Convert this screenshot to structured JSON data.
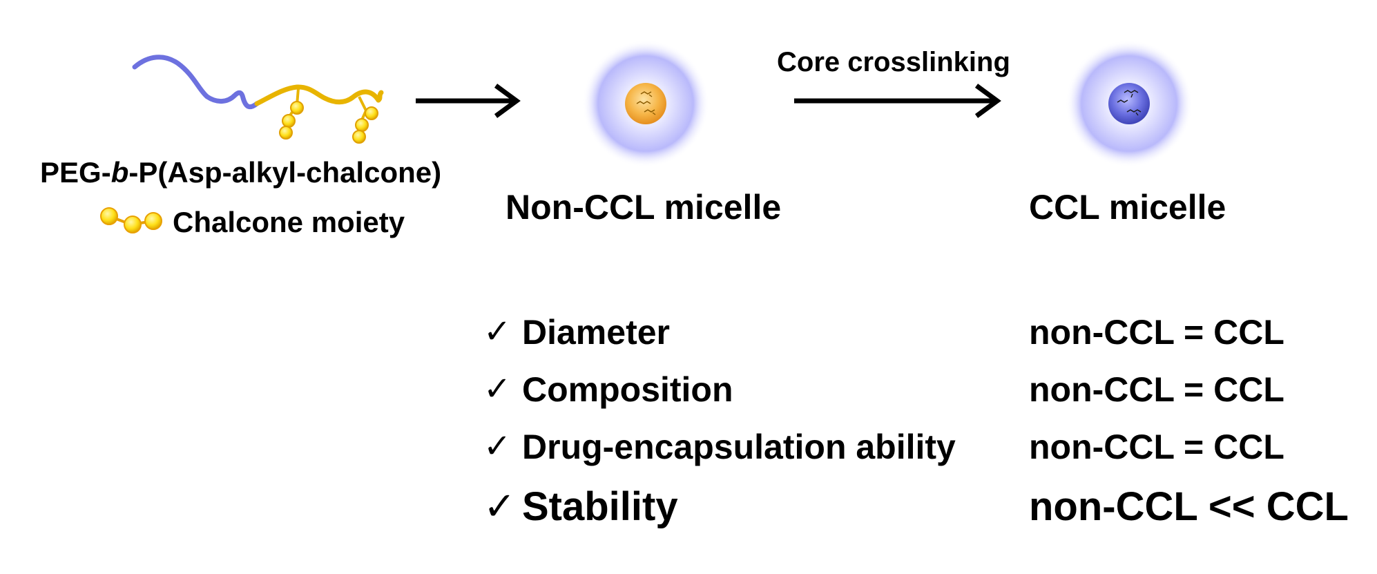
{
  "labels": {
    "polymer_prefix": "PEG-",
    "polymer_italic": "b",
    "polymer_suffix": "-P(Asp-alkyl-chalcone)",
    "moiety": "Chalcone moiety",
    "non_ccl": "Non-CCL micelle",
    "ccl": "CCL micelle",
    "crosslink": "Core crosslinking"
  },
  "properties": [
    {
      "name": "Diameter",
      "comparison": "non-CCL = CCL"
    },
    {
      "name": "Composition",
      "comparison": "non-CCL = CCL"
    },
    {
      "name": "Drug-encapsulation ability",
      "comparison": "non-CCL = CCL"
    },
    {
      "name": "Stability",
      "comparison": "non-CCL << CCL"
    }
  ],
  "check_symbol": "✓",
  "colors": {
    "peg_blue": "#7b7fe6",
    "chalcone_yellow": "#f2c21a",
    "core_orange": "#f3a93a",
    "halo_blue": "#c9c9ff",
    "ccl_core": "#5d63d6"
  }
}
